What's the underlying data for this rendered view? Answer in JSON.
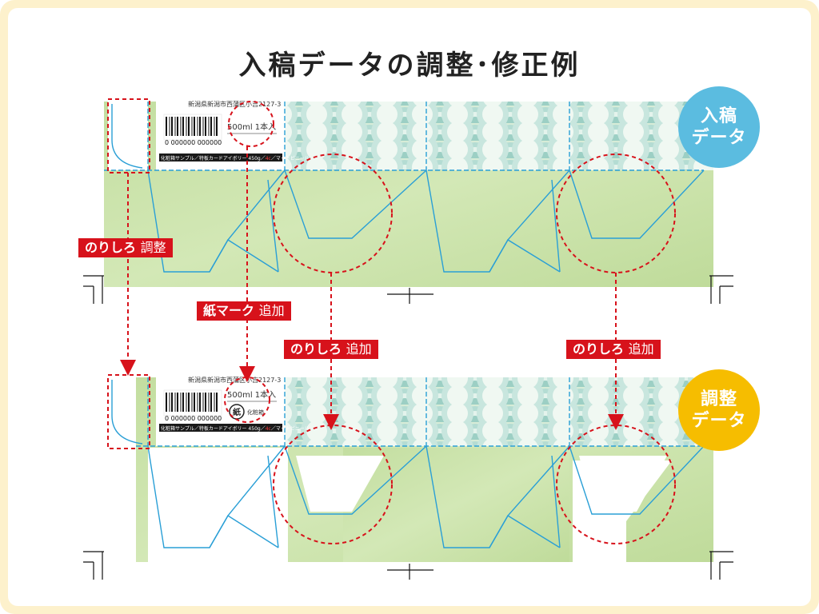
{
  "title": "入稿データの調整･修正例",
  "badges": {
    "original": {
      "line1": "入稿",
      "line2": "データ"
    },
    "adjusted": {
      "line1": "調整",
      "line2": "データ"
    }
  },
  "tags": {
    "glue_adjust": {
      "main": "のりしろ",
      "action": "調整"
    },
    "paper_mark": {
      "main": "紙マーク",
      "action": "追加"
    },
    "glue_add_1": {
      "main": "のりしろ",
      "action": "追加"
    },
    "glue_add_2": {
      "main": "のりしろ",
      "action": "追加"
    }
  },
  "label_panel": {
    "address": "新潟県新潟市西蒲区小吉2127-3",
    "barcode_number": "0 000000 000000",
    "volume": "500ml 1本入",
    "spec_line": "化粧箱サンプル／特板カードアイボリー 450g／",
    "spec_highlight": "4c",
    "spec_tail": "／マットビニール",
    "paper_mark_symbol": "紙",
    "paper_mark_label": "化粧箱"
  },
  "colors": {
    "accent_red": "#d7121b",
    "cyan_line": "#2a9fd6",
    "badge_blue": "#5bbce0",
    "badge_yellow": "#f6bd00",
    "frame_yellow": "#fdf1cc",
    "panel_green": "#c9e2a5"
  }
}
